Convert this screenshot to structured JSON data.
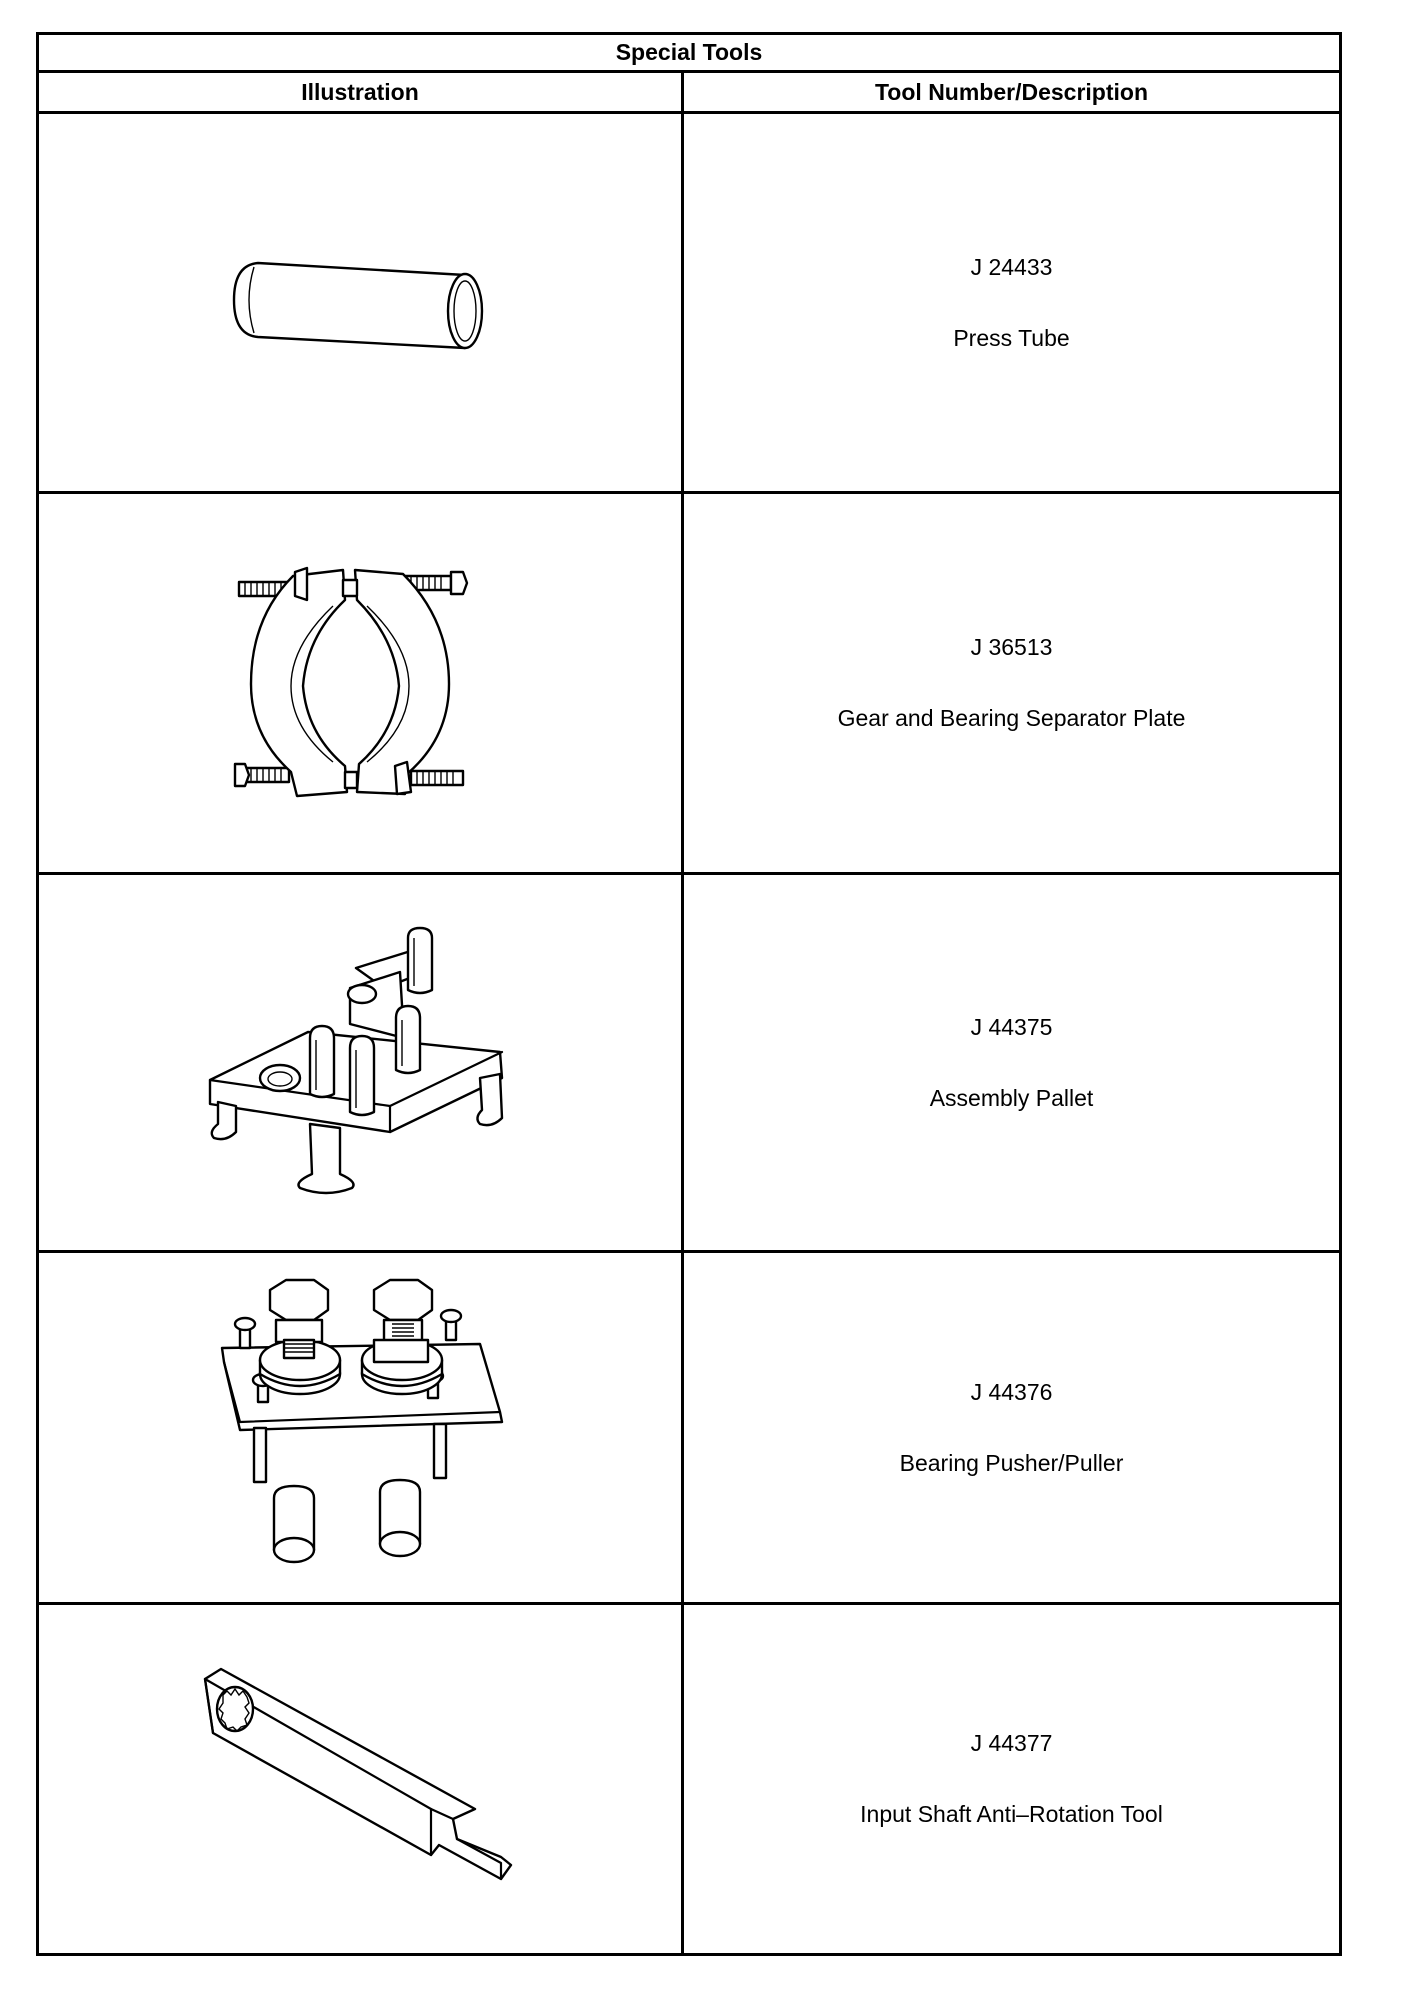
{
  "table": {
    "title": "Special Tools",
    "headers": {
      "illustration": "Illustration",
      "description": "Tool Number/Description"
    }
  },
  "tools": [
    {
      "number": "J 24433",
      "description": "Press Tube",
      "icon": "press-tube-illustration"
    },
    {
      "number": "J 36513",
      "description": "Gear and Bearing Separator Plate",
      "icon": "separator-plate-illustration"
    },
    {
      "number": "J 44375",
      "description": "Assembly Pallet",
      "icon": "assembly-pallet-illustration"
    },
    {
      "number": "J 44376",
      "description": "Bearing Pusher/Puller",
      "icon": "bearing-pusher-puller-illustration"
    },
    {
      "number": "J 44377",
      "description": "Input Shaft Anti–Rotation Tool",
      "icon": "anti-rotation-tool-illustration"
    }
  ]
}
